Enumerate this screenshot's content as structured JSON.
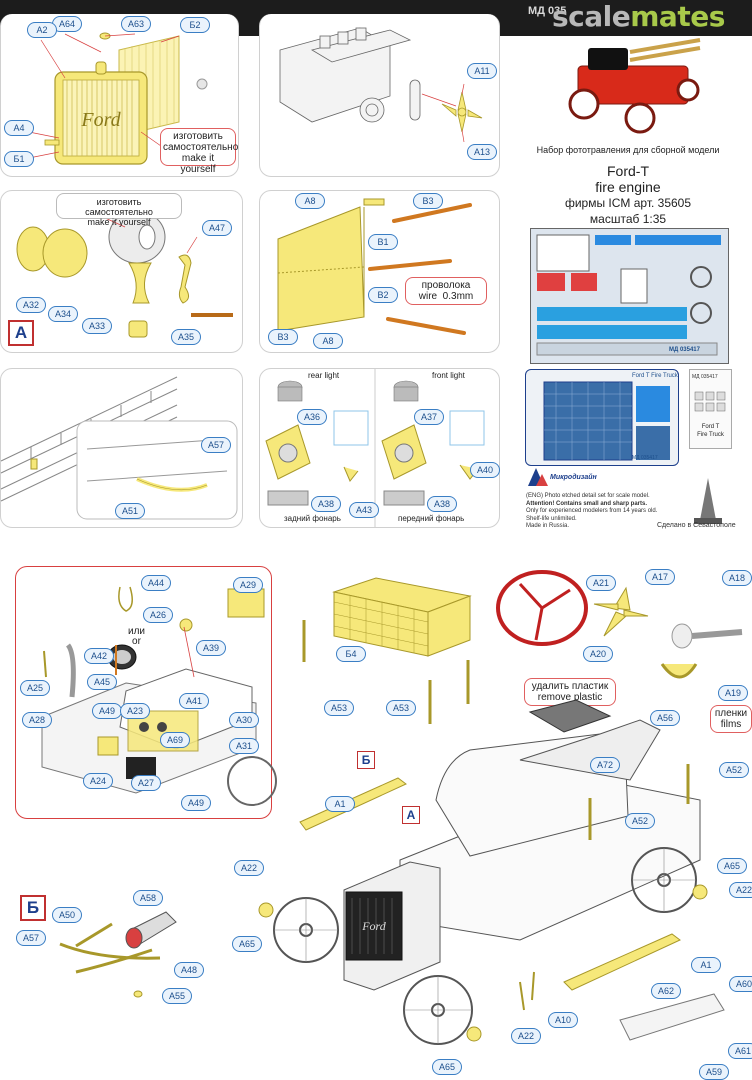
{
  "header": {
    "code": "МД 035",
    "brand_part1": "scale",
    "brand_part2": "mates"
  },
  "colors": {
    "part_yellow": "#f6e87a",
    "callout_blue": "#3a7ec4",
    "note_red": "#e06060",
    "rod_orange": "#d07820",
    "frame_blue": "#2a5aa8"
  },
  "info": {
    "kit_ru": "Набор фототравления для сборной модели",
    "title_line1": "Ford-T",
    "title_line2": "fire engine",
    "maker": "фирмы ICM   арт. 35605",
    "scale": "масштаб 1:35",
    "fret1_code": "МД 035417",
    "fret2_label": "Ford T Fire Truck",
    "fret2_code": "МД 035417",
    "mini_code": "МД 035417",
    "mini_label1": "Ford T",
    "mini_label2": "Fire Truck",
    "logo_text": "Микродизайн",
    "eng_line1": "(ENG) Photo etched detail set for scale model.",
    "eng_line2": "Attention! Contains small and sharp parts.",
    "eng_line3": "Only for experienced modelers from 14 years old.",
    "eng_line4": "Shelf-life unlimited.",
    "eng_line5": "Made in Russia.",
    "made_in": "Сделано в Севастополе"
  },
  "notes": {
    "make_yourself_ru": "изготовить самостоятельно",
    "make_yourself_en": "make it yourself",
    "make_yourself_ru_1": "изготовить",
    "make_yourself_ru_2": "самостоятельно",
    "wire_ru": "проволока",
    "wire_en": "wire",
    "wire_size": "0.3mm",
    "rear_light": "rear light",
    "front_light": "front light",
    "rear_light_ru": "задний фонарь",
    "front_light_ru": "передний фонарь",
    "or_ru": "или",
    "or_en": "or",
    "remove_plastic_ru": "удалить пластик",
    "remove_plastic_en": "remove plastic",
    "films_ru": "пленки",
    "films_en": "films"
  },
  "section_letters": {
    "a": "А",
    "b": "Б"
  },
  "callouts": {
    "p1": [
      "A64",
      "A63",
      "Б2",
      "A2",
      "A4",
      "Б1"
    ],
    "p2": [
      "A11",
      "A13"
    ],
    "p3": [
      "A47",
      "A32",
      "A34",
      "A33",
      "A35"
    ],
    "p4": [
      "A8",
      "B3",
      "B1",
      "B2",
      "B3",
      "A8"
    ],
    "p5": [
      "A57",
      "A51"
    ],
    "p6": [
      "A36",
      "A38",
      "A43",
      "A37",
      "A38",
      "A40"
    ],
    "p7": [
      "A44",
      "A29",
      "A26",
      "A42",
      "A39",
      "A25",
      "A45",
      "A41",
      "A28",
      "A49",
      "A23",
      "A30",
      "A69",
      "A31",
      "A24",
      "A27",
      "A49"
    ],
    "basket": [
      "Б4",
      "A53",
      "A53"
    ],
    "wheel": [
      "A21",
      "A17",
      "A18",
      "A20",
      "A19"
    ],
    "car": [
      "A1",
      "A56",
      "A72",
      "A52",
      "A52",
      "A22",
      "A65",
      "A65",
      "A22",
      "A1",
      "A10",
      "A62",
      "A60",
      "A22",
      "A65",
      "A59",
      "A61"
    ],
    "b_section": [
      "A58",
      "A50",
      "A57",
      "A48",
      "A55"
    ]
  }
}
